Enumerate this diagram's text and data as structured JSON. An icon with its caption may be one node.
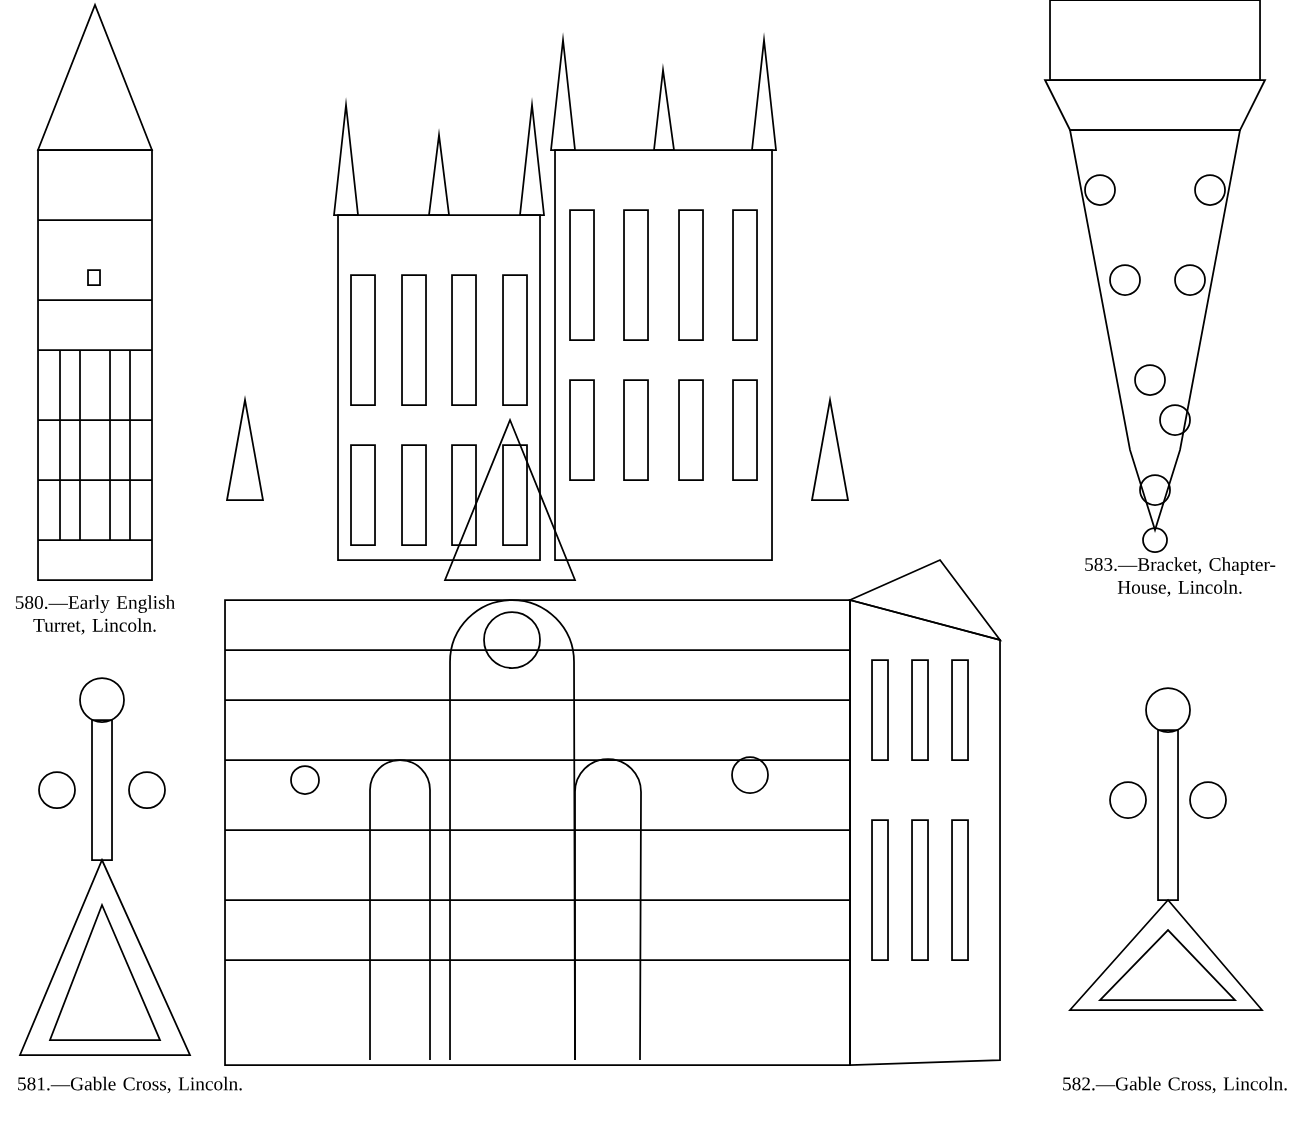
{
  "diagram": {
    "labels": [
      "580.—Early English Turret, Lincoln.",
      "583.—Bracket, Chapter-House, Lincoln.",
      "581.—Gable Cross, Lincoln.",
      "582.—Gable Cross, Lincoln."
    ]
  }
}
